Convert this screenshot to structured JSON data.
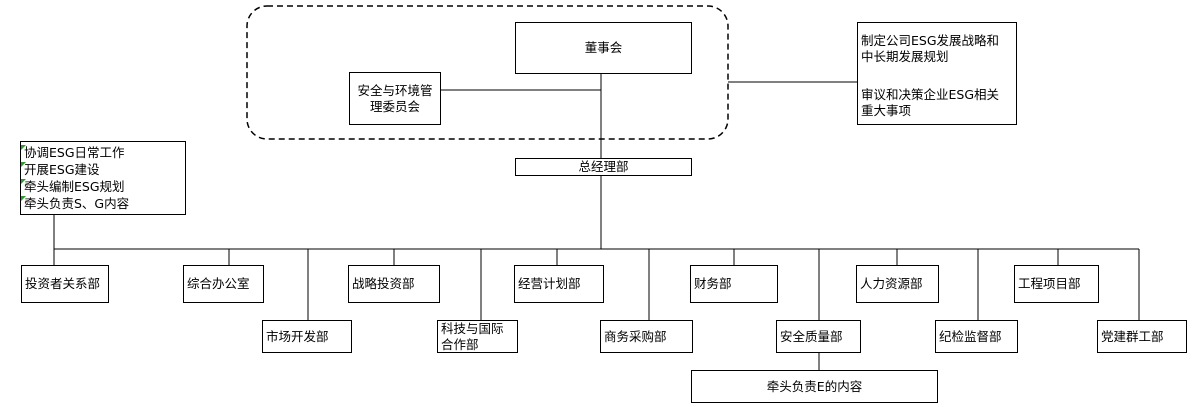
{
  "board": {
    "label": "董事会"
  },
  "committee": {
    "lines": [
      "安全与环境管",
      "理委员会"
    ]
  },
  "board_duties": {
    "lines": [
      "制定公司ESG发展战略和",
      "中长期发展规划",
      "",
      "审议和决策企业ESG相关",
      "重大事项"
    ]
  },
  "gm": {
    "label": "总经理部"
  },
  "investor_duties": {
    "lines": [
      "协调ESG日常工作",
      "开展ESG建设",
      "牵头编制ESG规划",
      "牵头负责S、G内容"
    ]
  },
  "departments": {
    "investor": "投资者关系部",
    "office": "综合办公室",
    "market": "市场开发部",
    "strategy": "战略投资部",
    "tech": [
      "科技与国际",
      "合作部"
    ],
    "planning": "经营计划部",
    "commerce": "商务采购部",
    "finance": "财务部",
    "safety": "安全质量部",
    "hr": "人力资源部",
    "discipline": "纪检监督部",
    "engineering": "工程项目部",
    "party": "党建群工部"
  },
  "safety_duty": {
    "label": "牵头负责E的内容"
  }
}
